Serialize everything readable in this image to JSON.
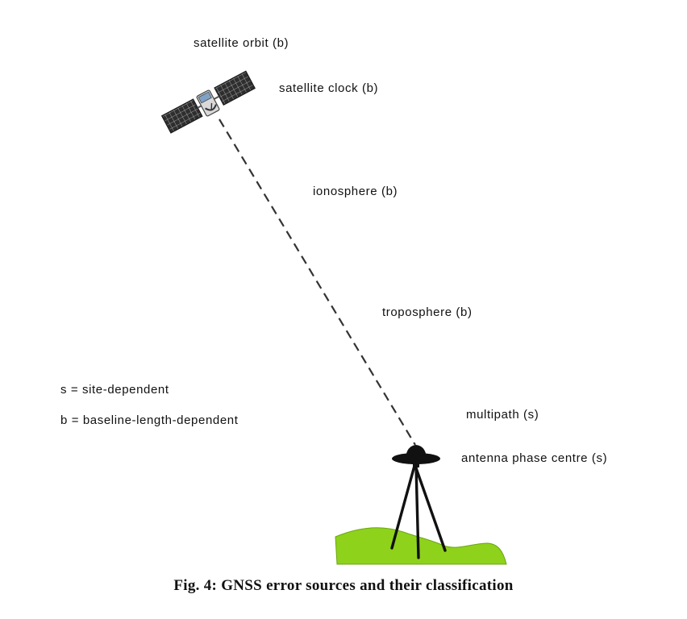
{
  "labels": {
    "satellite_orbit": "satellite orbit (b)",
    "satellite_clock": "satellite clock (b)",
    "ionosphere": "ionosphere (b)",
    "troposphere": "troposphere (b)",
    "multipath": "multipath (s)",
    "antenna_phase_centre": "antenna phase centre (s)"
  },
  "legend": {
    "site": "s = site-dependent",
    "baseline": "b = baseline-length-dependent"
  },
  "caption": "Fig. 4:  GNSS error sources and their classification",
  "colors": {
    "ground": "#8fd21c",
    "ground_edge": "#6aa60f",
    "antenna": "#111111",
    "signal_path": "#333333",
    "solar_panel": "#2b2b2b"
  },
  "icons": {
    "satellite": "satellite-icon",
    "antenna": "gnss-antenna-icon",
    "tripod": "tripod-icon",
    "ground": "ground-terrain"
  }
}
